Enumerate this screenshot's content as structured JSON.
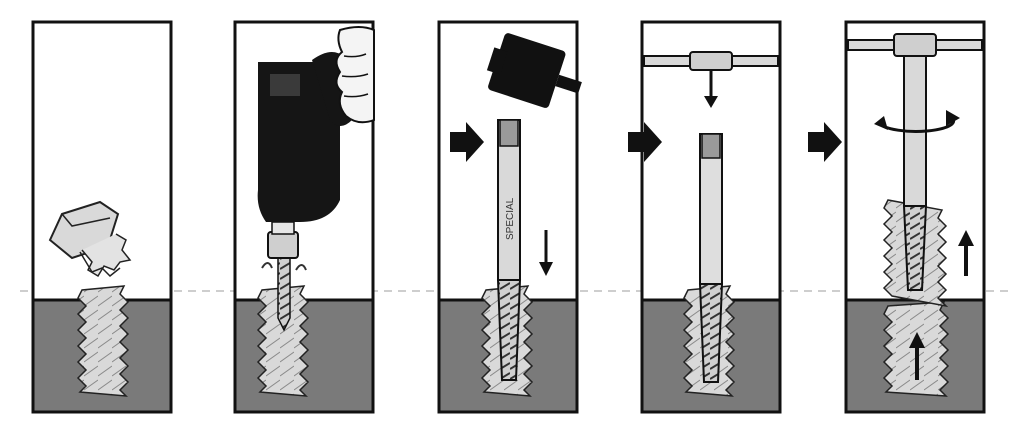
{
  "diagram": {
    "steps": [
      {
        "id": 1,
        "description_icon": "broken-bolt-head"
      },
      {
        "id": 2,
        "description_icon": "drill-icon"
      },
      {
        "id": 3,
        "description_icon": "hammer-icon"
      },
      {
        "id": 4,
        "description_icon": "t-handle-icon"
      },
      {
        "id": 5,
        "description_icon": "rotate-icon"
      }
    ],
    "colors": {
      "background": "#ffffff",
      "panel_border": "#111111",
      "material": "#7a7a7a",
      "thread_fill": "#d9d9d9",
      "arrow": "#111111",
      "guide_line": "#bdbdbd"
    },
    "tool_label": "SPECIAL"
  }
}
